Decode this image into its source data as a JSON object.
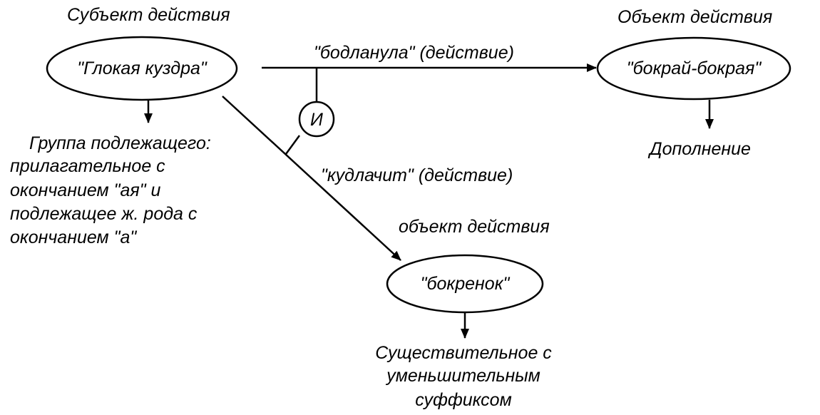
{
  "labels": {
    "subject_heading": "Субъект действия",
    "object_heading_top": "Объект действия",
    "object_heading_bottom": "объект действия",
    "action_top": "\"бодланула\" (действие)",
    "action_diag": "\"кудлачит\" (действие)",
    "subject_group": [
      "Группа подлежащего:",
      "прилагательное с",
      "окончанием \"ая\" и",
      "подлежащее ж. рода с",
      "окончанием \"а\""
    ],
    "complement": "Дополнение",
    "noun_desc": [
      "Существительное с",
      "уменьшительным",
      "суффиксом"
    ]
  },
  "nodes": {
    "subject": "\"Глокая куздра\"",
    "object_top": "\"бокрай-бокрая\"",
    "object_bottom": "\"бокренок\"",
    "junction": "И"
  },
  "colors": {
    "ink": "#000000",
    "background": "#ffffff"
  }
}
